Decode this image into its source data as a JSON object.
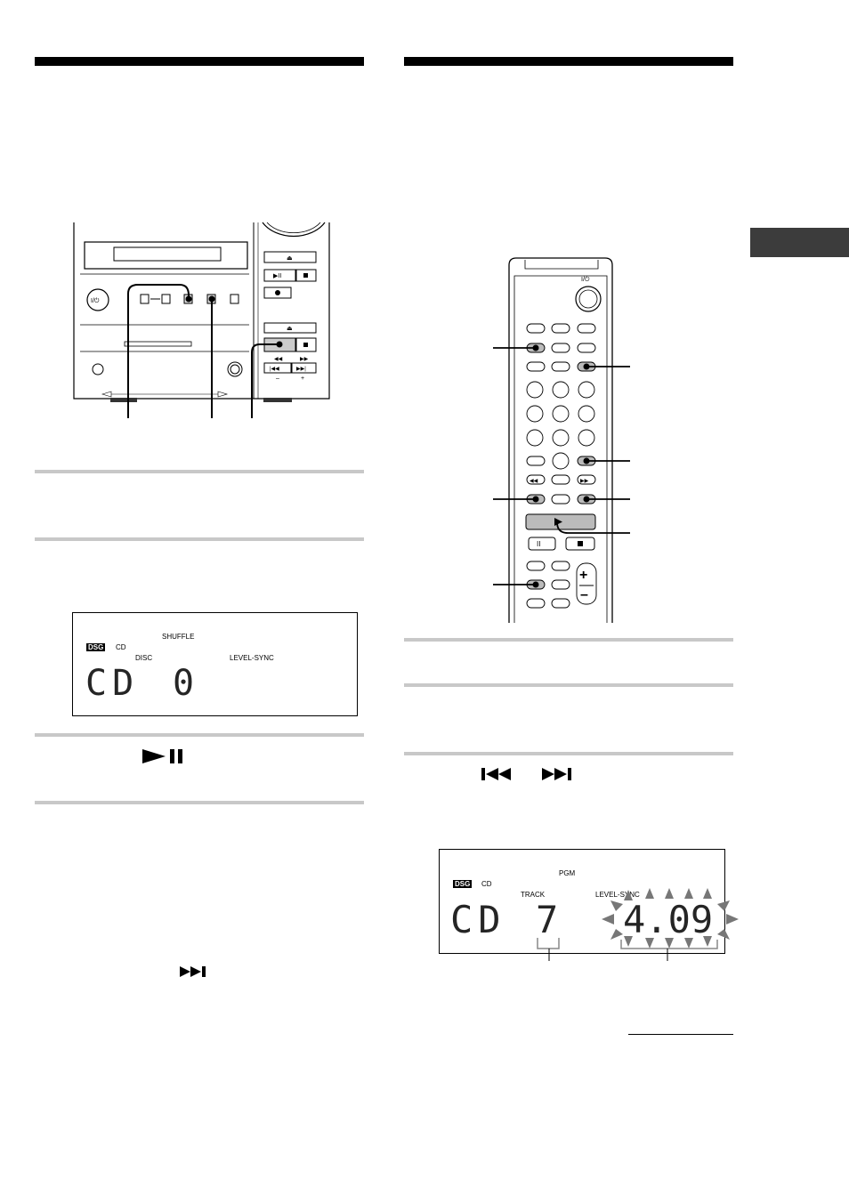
{
  "display1": {
    "dsg": "DSG",
    "source": "CD",
    "shuffle": "SHUFFLE",
    "disc_label": "DISC",
    "level_sync": "LEVEL-SYNC",
    "main": "CD",
    "disc_number": "0"
  },
  "display2": {
    "dsg": "DSG",
    "source": "CD",
    "pgm": "PGM",
    "track_label": "TRACK",
    "level_sync": "LEVEL-SYNC",
    "main": "CD",
    "track_number": "7",
    "time": "4.09"
  },
  "remote": {
    "power_label": "I/⏻"
  },
  "unit": {
    "power_label": "I/⏻"
  }
}
